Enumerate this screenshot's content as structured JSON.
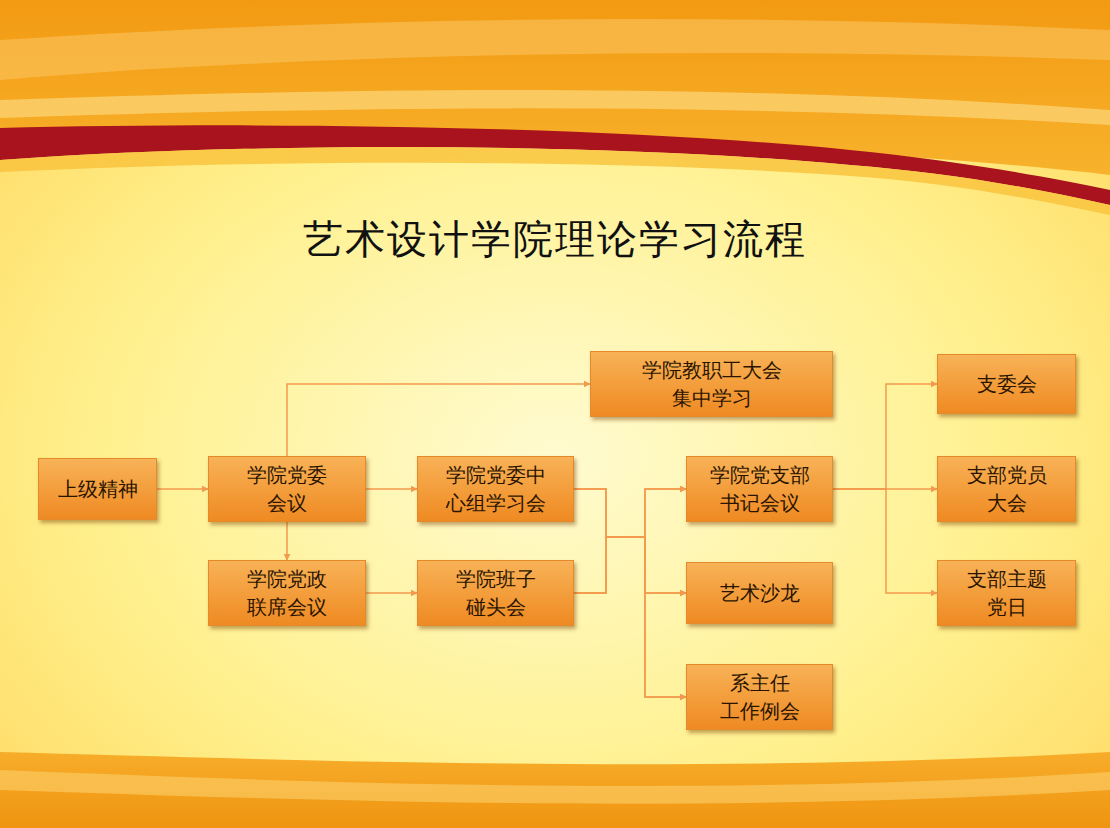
{
  "diagram": {
    "title": "艺术设计学院理论学习流程",
    "nodes": [
      {
        "text": [
          "上级精神"
        ]
      },
      {
        "text": [
          "学院党委 会议"
        ]
      },
      {
        "text": [
          "学院教职工大会 集中学习"
        ]
      },
      {
        "text": [
          "学院党委中 心组学习会"
        ]
      },
      {
        "text": [
          "学院党政 联席会议"
        ]
      },
      {
        "text": [
          "学院班子 碰头会"
        ]
      },
      {
        "text": [
          "学院党支部 书记会议"
        ]
      },
      {
        "text": [
          "艺术沙龙"
        ]
      },
      {
        "text": [
          "系主任 工作例会"
        ]
      },
      {
        "text": [
          "支委会"
        ]
      },
      {
        "text": [
          "支部党员 大会"
        ]
      },
      {
        "text": [
          "支部主题 党日"
        ]
      }
    ],
    "edges": [
      {
        "from": 0,
        "to": 1,
        "arrow": "to"
      },
      {
        "from": 1,
        "to": 2,
        "arrow": "to"
      },
      {
        "from": 1,
        "to": 3,
        "arrow": "to"
      },
      {
        "from": 1,
        "to": 4,
        "arrow": "to"
      },
      {
        "from": 4,
        "to": 5,
        "arrow": "to"
      },
      {
        "from": 3,
        "to": 6,
        "arrow": "to"
      },
      {
        "from": 3,
        "to": 7,
        "arrow": "to"
      },
      {
        "from": 3,
        "to": 8,
        "arrow": "to"
      },
      {
        "from": 5,
        "to": 6,
        "arrow": "to"
      },
      {
        "from": 5,
        "to": 7,
        "arrow": "to"
      },
      {
        "from": 5,
        "to": 8,
        "arrow": "to"
      },
      {
        "from": 6,
        "to": 9,
        "arrow": "to"
      },
      {
        "from": 6,
        "to": 10,
        "arrow": "to"
      },
      {
        "from": 6,
        "to": 11,
        "arrow": "to"
      }
    ]
  }
}
